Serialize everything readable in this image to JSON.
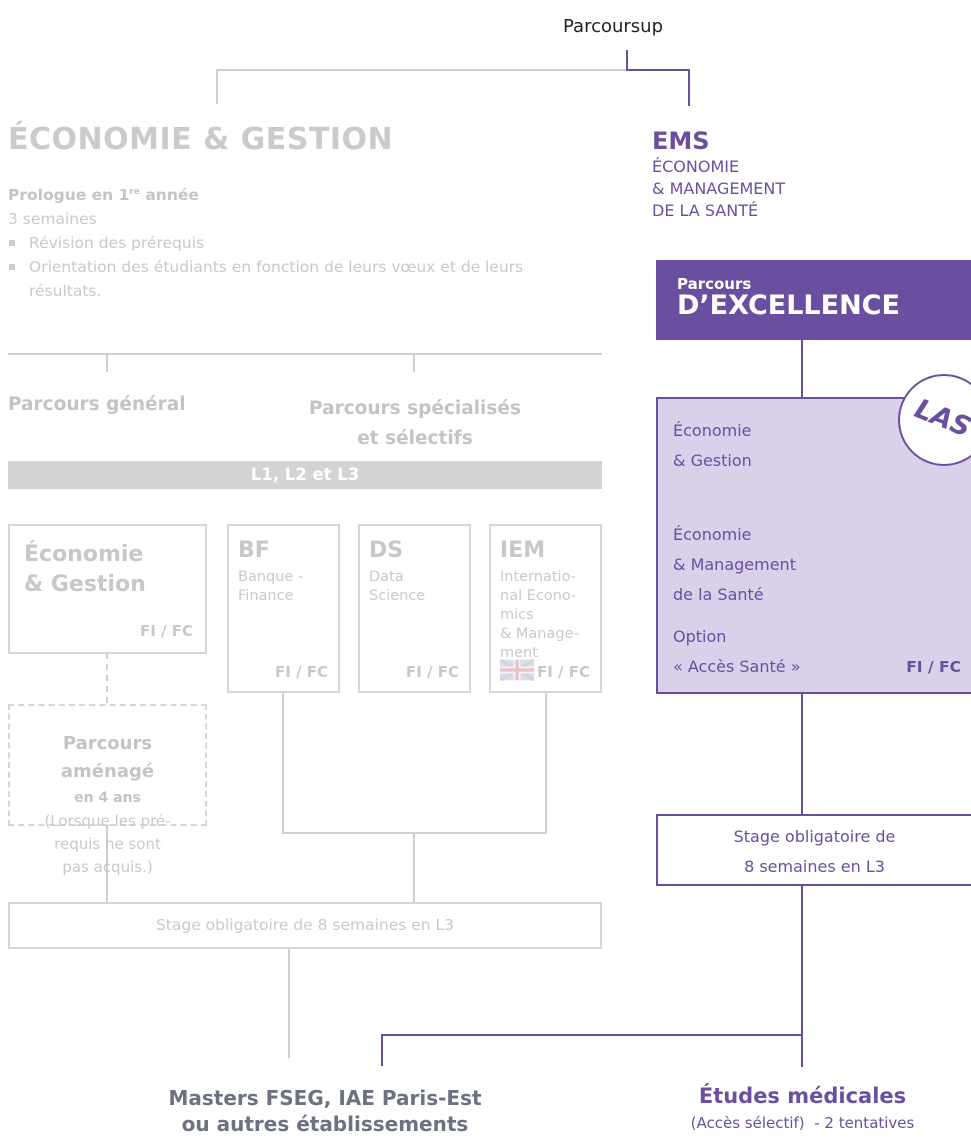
{
  "top": {
    "label": "Parcoursup"
  },
  "left": {
    "title": "ÉCONOMIE & GESTION",
    "prologue": {
      "title_main": "Prologue en 1",
      "title_sup": "re",
      "title_tail": " année",
      "duration": "3 semaines",
      "bullets": [
        "Révision des prérequis",
        "Orientation des étudiants en fonction de leurs vœux et de leurs résultats."
      ]
    },
    "parcours_general": "Parcours général",
    "parcours_specialises": [
      "Parcours spécialisés",
      "et sélectifs"
    ],
    "years_bar": "L1, L2 et L3",
    "eco_gestion": {
      "title": [
        "Économie",
        "& Gestion"
      ],
      "fifc": "FI / FC"
    },
    "bf": {
      "code": "BF",
      "name": [
        "Banque -",
        "Finance"
      ],
      "fifc": "FI / FC"
    },
    "ds": {
      "code": "DS",
      "name": [
        "Data",
        "Science"
      ],
      "fifc": "FI / FC"
    },
    "iem": {
      "code": "IEM",
      "name": [
        "Internatio-",
        "nal Econo-",
        "mics",
        "& Manage-",
        "ment"
      ],
      "fifc": "FI / FC"
    },
    "amenage": {
      "title": [
        "Parcours",
        "aménagé"
      ],
      "sub": "en 4 ans",
      "note": [
        "(Lorsque les pré-",
        "requis ne sont",
        "pas acquis.)"
      ]
    },
    "stage": "Stage obligatoire de 8 semaines en L3"
  },
  "right": {
    "ems": {
      "code": "EMS",
      "name": [
        "ÉCONOMIE",
        "& MANAGEMENT",
        "DE LA SANTÉ"
      ]
    },
    "excellence": {
      "small": "Parcours",
      "big": "D’EXCELLENCE"
    },
    "las_badge": "LAS",
    "options": [
      [
        "Économie",
        "& Gestion"
      ],
      [
        "Économie",
        "& Management",
        "de la Santé"
      ],
      [
        "Option",
        "« Accès Santé »"
      ]
    ],
    "fifc": "FI / FC",
    "stage": [
      "Stage obligatoire de",
      "8 semaines en L3"
    ]
  },
  "outcomes": {
    "masters": [
      "Masters FSEG, IAE Paris-Est",
      "ou autres établissements"
    ],
    "medical_title": "Études médicales",
    "medical_sub": "(Accès sélectif)  - 2 tentatives"
  },
  "colors": {
    "purple": "#6a4fa0",
    "light_purple": "#d9d0ea",
    "grey_line": "#d6d6d6",
    "grey_text": "#c9c9c9",
    "dark_text": "#6c7280"
  }
}
